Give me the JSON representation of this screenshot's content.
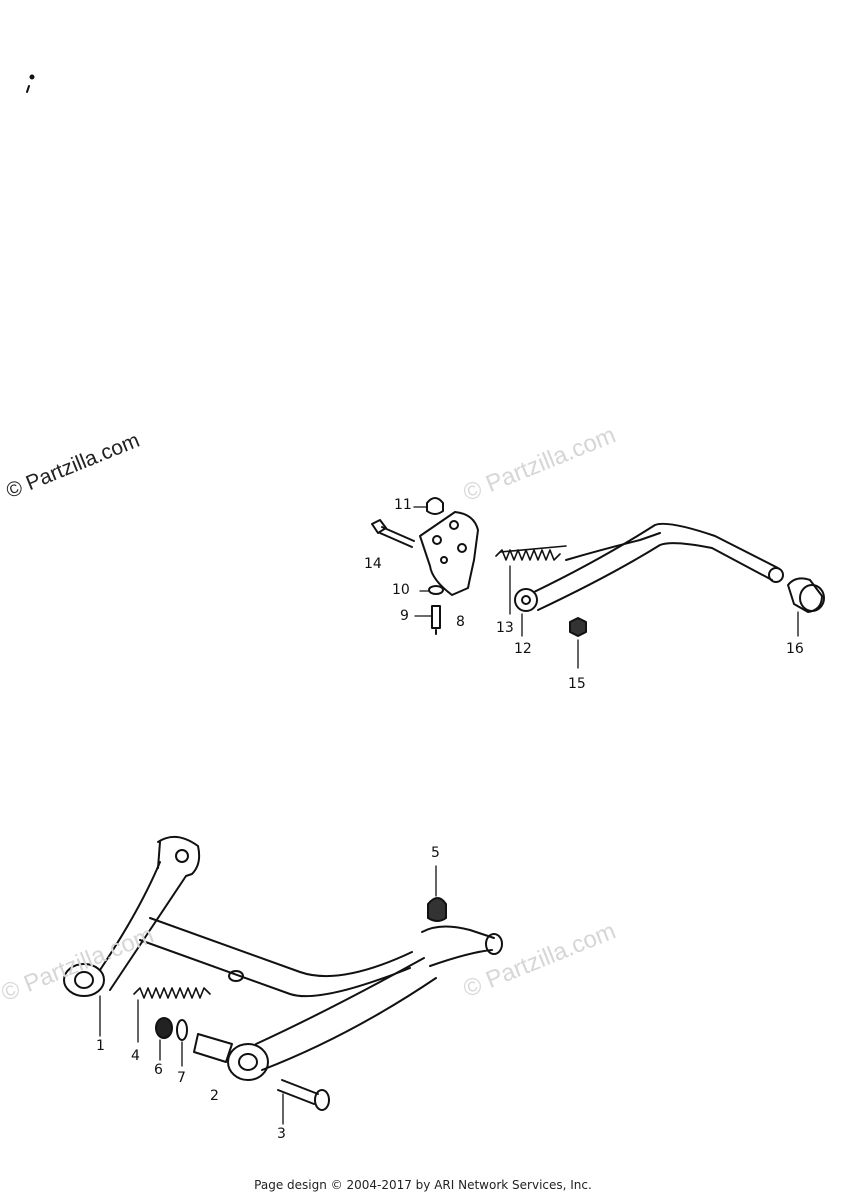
{
  "watermarks": {
    "dark": "© Partzilla.com",
    "light": "© Partzilla.com"
  },
  "callouts": {
    "c1": "1",
    "c2": "2",
    "c3": "3",
    "c4": "4",
    "c5": "5",
    "c6": "6",
    "c7": "7",
    "c8": "8",
    "c9": "9",
    "c10": "10",
    "c11": "11",
    "c12": "12",
    "c13": "13",
    "c14": "14",
    "c15": "15",
    "c16": "16"
  },
  "footer": {
    "text": "Page design © 2004-2017 by ARI Network Services, Inc."
  }
}
